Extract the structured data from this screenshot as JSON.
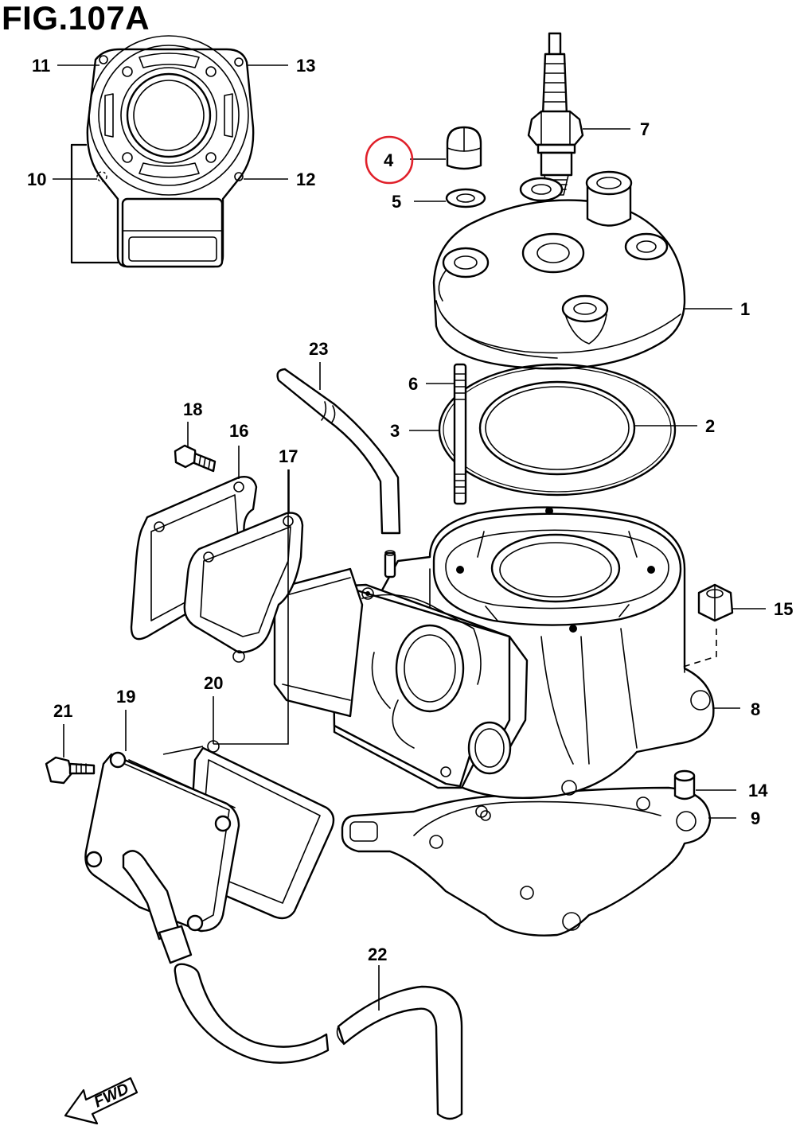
{
  "figure": {
    "title": "FIG.107A",
    "fwd_label": "FWD",
    "highlight_color": "#e0202a",
    "highlighted_callout": "4"
  },
  "callouts": [
    {
      "id": "1",
      "label": "1"
    },
    {
      "id": "2",
      "label": "2"
    },
    {
      "id": "3",
      "label": "3"
    },
    {
      "id": "4",
      "label": "4"
    },
    {
      "id": "5",
      "label": "5"
    },
    {
      "id": "6",
      "label": "6"
    },
    {
      "id": "7",
      "label": "7"
    },
    {
      "id": "8",
      "label": "8"
    },
    {
      "id": "9",
      "label": "9"
    },
    {
      "id": "10",
      "label": "10"
    },
    {
      "id": "11",
      "label": "11"
    },
    {
      "id": "12",
      "label": "12"
    },
    {
      "id": "13",
      "label": "13"
    },
    {
      "id": "14",
      "label": "14"
    },
    {
      "id": "15",
      "label": "15"
    },
    {
      "id": "16",
      "label": "16"
    },
    {
      "id": "17",
      "label": "17"
    },
    {
      "id": "18",
      "label": "18"
    },
    {
      "id": "19",
      "label": "19"
    },
    {
      "id": "20",
      "label": "20"
    },
    {
      "id": "21",
      "label": "21"
    },
    {
      "id": "22",
      "label": "22"
    },
    {
      "id": "23",
      "label": "23"
    }
  ]
}
